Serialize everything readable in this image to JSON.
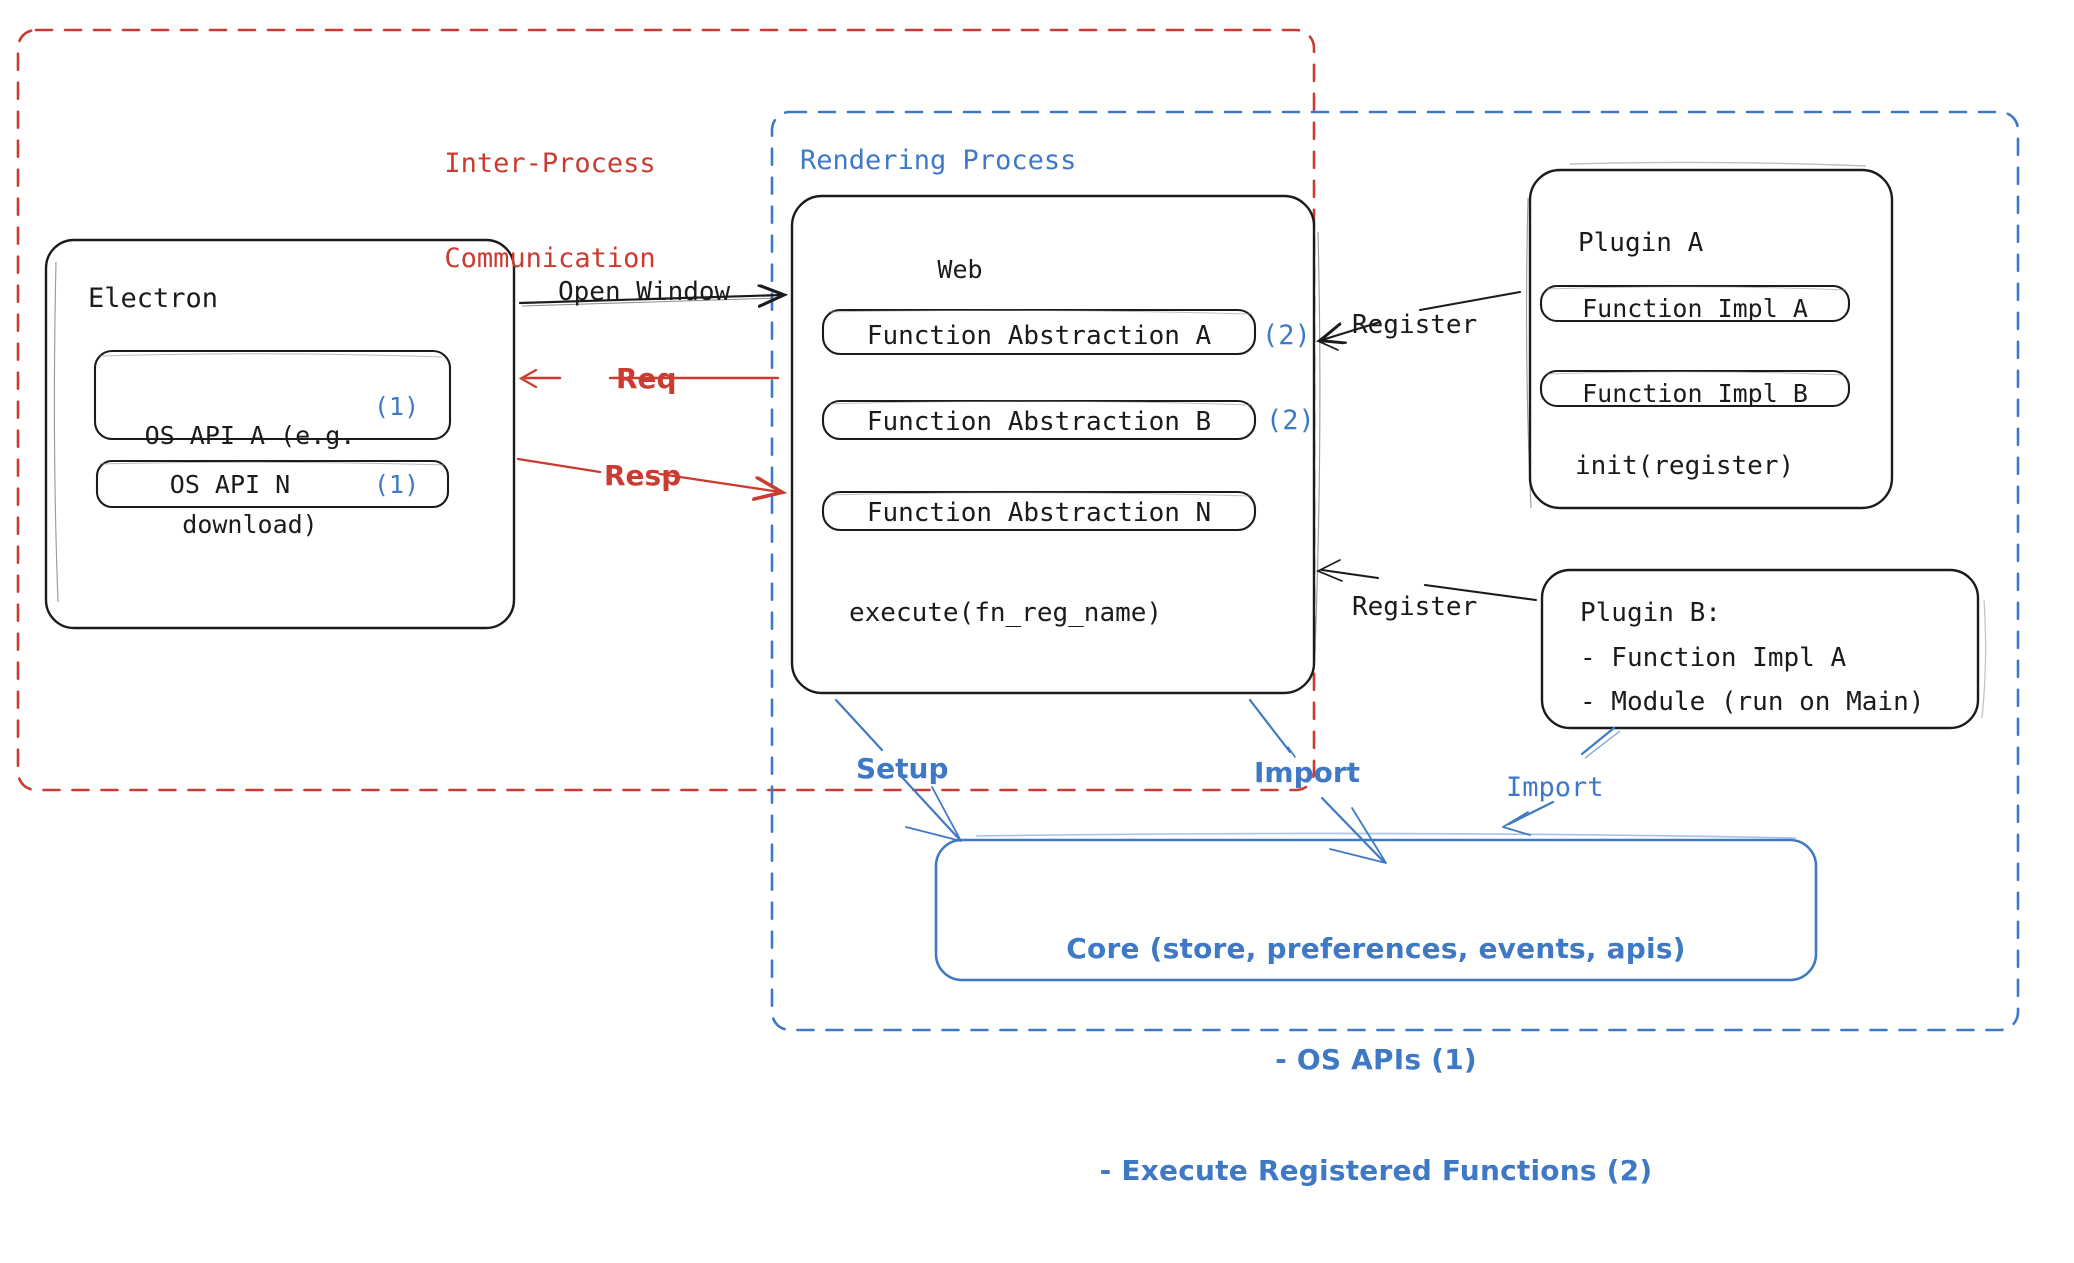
{
  "diagram": {
    "title_semantic": "electron-plugin-architecture-diagram",
    "colors": {
      "red": "#cc3b31",
      "blue": "#3f79c6",
      "black": "#1b1b1b",
      "background": "#ffffff"
    }
  },
  "regions": {
    "ipc": {
      "label": "Inter-Process\nCommunication",
      "line1": "Inter-Process",
      "line2": "Communication",
      "color": "#cc3b31"
    },
    "rendering": {
      "label": "Rendering Process",
      "color": "#3f79c6"
    }
  },
  "electron": {
    "title": "Electron",
    "apis": [
      {
        "line1": "OS API A (e.g.",
        "line2": "download)",
        "marker": "(1)"
      },
      {
        "line1": "OS API N",
        "marker": "(1)"
      }
    ]
  },
  "web": {
    "title": "Web",
    "abstractions": [
      {
        "label": "Function Abstraction A",
        "marker": "(2)"
      },
      {
        "label": "Function Abstraction B",
        "marker": "(2)"
      },
      {
        "label": "Function Abstraction N",
        "marker": ""
      }
    ],
    "execute": "execute(fn_reg_name)"
  },
  "plugin_a": {
    "title": "Plugin A",
    "impls": [
      "Function Impl A",
      "Function Impl B"
    ],
    "init": "init(register)"
  },
  "plugin_b": {
    "title": "Plugin B:",
    "items": [
      "- Function Impl A",
      "- Module (run on Main)"
    ]
  },
  "core": {
    "line1": "Core (store, preferences, events, apis)",
    "line2": "- OS APIs (1)",
    "line3": "- Execute Registered Functions (2)"
  },
  "edges": {
    "open_window": "Open Window",
    "req": "Req",
    "resp": "Resp",
    "register_top": "Register",
    "register_bottom": "Register",
    "setup": "Setup",
    "import_left": "Import",
    "import_right": "Import"
  }
}
